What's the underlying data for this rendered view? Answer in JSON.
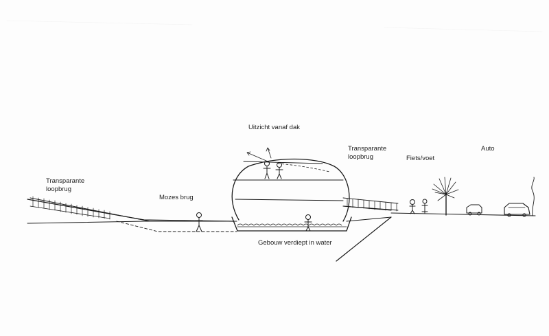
{
  "colors": {
    "ink": "#1a1a1a",
    "paper": "#fdfdfd"
  },
  "labels": {
    "left_bridge_line1": "Transparante",
    "left_bridge_line2": "loopbrug",
    "moses_bridge": "Mozes brug",
    "roof_view": "Uitzicht vanaf dak",
    "right_bridge_line1": "Transparante",
    "right_bridge_line2": "loopbrug",
    "bike_foot": "Fiets/voet",
    "car": "Auto",
    "sunken_building": "Gebouw verdiept in water"
  }
}
